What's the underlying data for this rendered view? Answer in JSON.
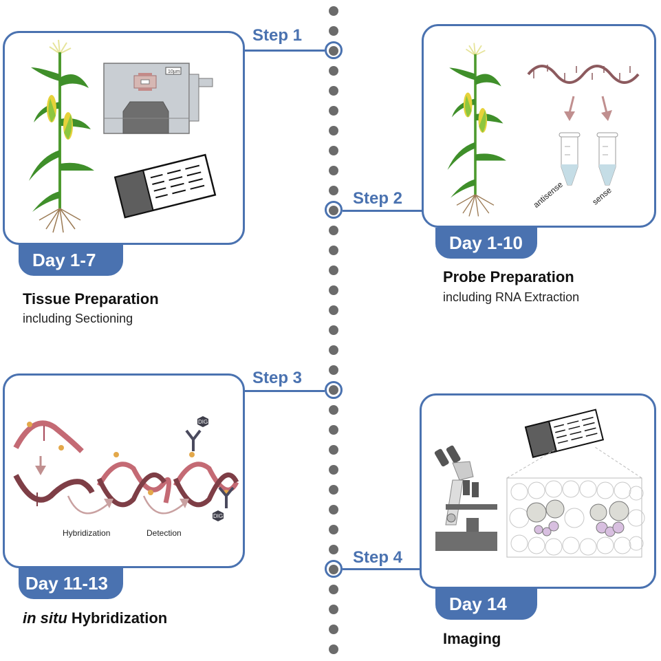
{
  "timeline": {
    "dot_color": "#6b6b6b",
    "accent_color": "#4a72b0",
    "dot_count": 33
  },
  "steps": [
    {
      "step_label": "Step 1",
      "day_label": "Day 1-7",
      "title": "Tissue Preparation",
      "subtitle": "including Sectioning",
      "illustration": {
        "items": [
          "maize-plant",
          "microtome",
          "microscope-slide"
        ],
        "microtome_label": "10µm"
      }
    },
    {
      "step_label": "Step 2",
      "day_label": "Day 1-10",
      "title": "Probe Preparation",
      "subtitle": "including RNA Extraction",
      "illustration": {
        "items": [
          "maize-plant",
          "rna-strand",
          "tube-antisense",
          "tube-sense"
        ],
        "tube_labels": [
          "antisense",
          "sense"
        ]
      }
    },
    {
      "step_label": "Step 3",
      "day_label": "Day 11-13",
      "title_italic": "in situ",
      "title": "Hybridization",
      "illustration": {
        "items": [
          "probe-strand",
          "target-strand",
          "hybrid-duplex",
          "antibody-detection"
        ],
        "captions": [
          "Hybridization",
          "Detection"
        ],
        "tag": "DIG"
      }
    },
    {
      "step_label": "Step 4",
      "day_label": "Day 14",
      "title": "Imaging",
      "illustration": {
        "items": [
          "microscope",
          "slide",
          "tissue-section-zoom"
        ]
      }
    }
  ]
}
